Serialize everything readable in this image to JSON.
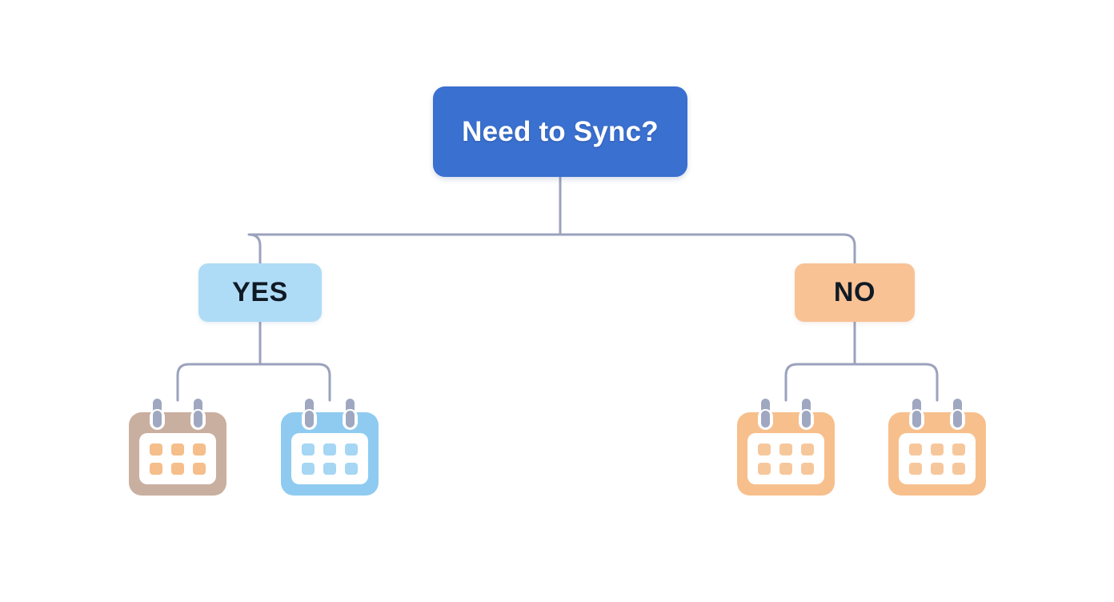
{
  "diagram": {
    "type": "decision-tree",
    "background_color": "#ffffff",
    "connector_color": "#9ba2bd",
    "nodes": {
      "root": {
        "label": "Need to Sync?",
        "fill": "#3a70cf",
        "text_color": "#ffffff",
        "shape": "rounded-rectangle"
      },
      "yes": {
        "label": "YES",
        "fill": "#aedcf6",
        "text_color": "#101a25",
        "shape": "rounded-rectangle"
      },
      "no": {
        "label": "NO",
        "fill": "#f9c295",
        "text_color": "#101a25",
        "shape": "rounded-rectangle"
      }
    },
    "leaves": [
      {
        "icon": "calendar-icon",
        "branch": "yes",
        "frame_color": "#c9afa0",
        "dot_color": "#f5be8a",
        "inner_color": "#ffffff",
        "ring_color": "#9fa8c0"
      },
      {
        "icon": "calendar-icon",
        "branch": "yes",
        "frame_color": "#8fcbf0",
        "dot_color": "#a5d6f4",
        "inner_color": "#ffffff",
        "ring_color": "#9fa8c0"
      },
      {
        "icon": "calendar-icon",
        "branch": "no",
        "frame_color": "#f7bf8c",
        "dot_color": "#f7c79c",
        "inner_color": "#ffffff",
        "ring_color": "#9fa8c0"
      },
      {
        "icon": "calendar-icon",
        "branch": "no",
        "frame_color": "#f7bf8c",
        "dot_color": "#f7c79c",
        "inner_color": "#ffffff",
        "ring_color": "#9fa8c0"
      }
    ]
  }
}
